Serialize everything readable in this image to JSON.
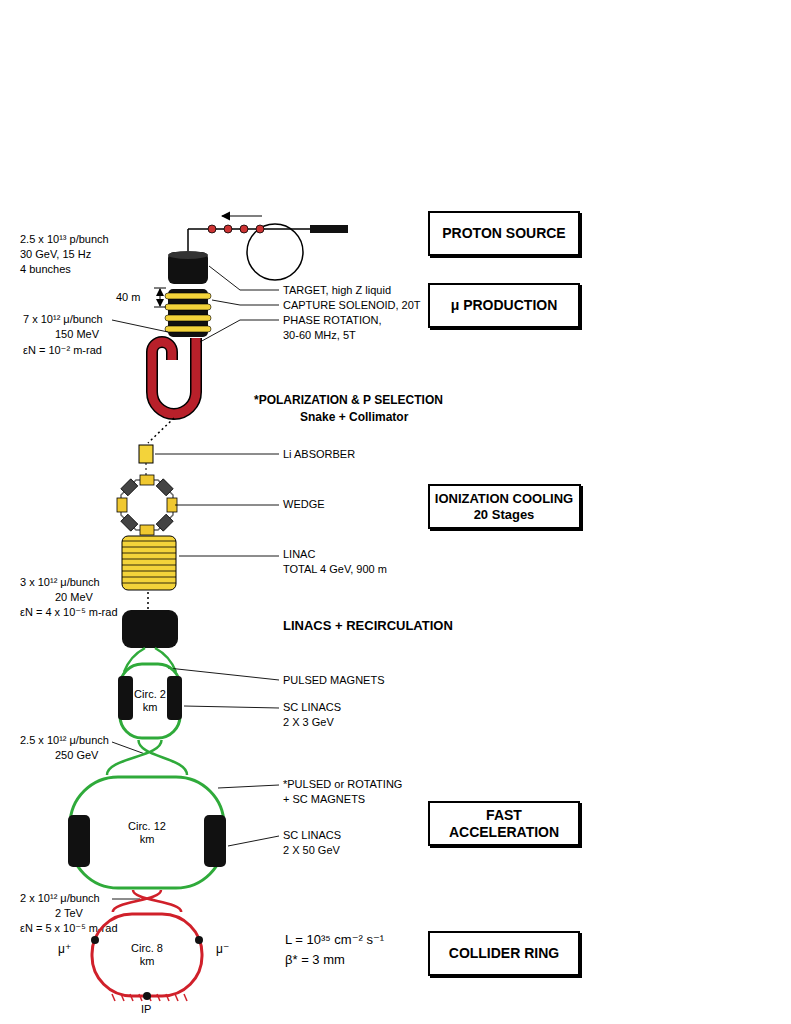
{
  "diagram": {
    "nodes": [
      {
        "text": [
          "PROTON SOURCE"
        ]
      },
      {
        "text": [
          "μ PRODUCTION"
        ]
      },
      {
        "text": [
          "IONIZATION COOLING",
          "20 Stages"
        ]
      },
      {
        "text": [
          "Circ. 2 km"
        ]
      },
      {
        "text": [
          "Circ. 12 km"
        ]
      },
      {
        "text": [
          "FAST ACCELERATION"
        ]
      },
      {
        "text": [
          "Circ. 8 km"
        ]
      },
      {
        "text": [
          "COLLIDER RING"
        ]
      }
    ],
    "edges": [
      {
        "from": 3,
        "to": 4,
        "arrow": "none"
      },
      {
        "from": 4,
        "to": 6,
        "arrow": "none"
      }
    ],
    "labels": [
      "2.5 x 10¹³ p/bunch",
      "30 GeV, 15 Hz",
      "4 bunches",
      "TARGET, high Z liquid",
      "CAPTURE SOLENOID, 20T",
      "PHASE ROTATION,",
      "30-60 MHz, 5T",
      "40 m",
      "7 x 10¹² μ/bunch",
      "150 MeV",
      "εN = 10⁻² m-rad",
      "*POLARIZATION & P SELECTION",
      "Snake + Collimator",
      "Li ABSORBER",
      "WEDGE",
      "LINAC",
      "TOTAL 4 GeV, 900 m",
      "3 x 10¹² μ/bunch",
      "20 MeV",
      "εN = 4 x 10⁻⁵ m-rad",
      "LINACS + RECIRCULATION",
      "PULSED MAGNETS",
      "SC LINACS",
      "2 X 3 GeV",
      "2.5 x 10¹² μ/bunch",
      "250 GeV",
      "*PULSED or ROTATING",
      "+ SC MAGNETS",
      "SC LINACS",
      "2 X 50 GeV",
      "2 x 10¹² μ/bunch",
      "2 TeV",
      "εN = 5 x 10⁻⁵ m-rad",
      "μ⁺",
      "μ⁻",
      "IP",
      "L = 10³⁵ cm⁻² s⁻¹",
      "β* = 3 mm"
    ]
  }
}
